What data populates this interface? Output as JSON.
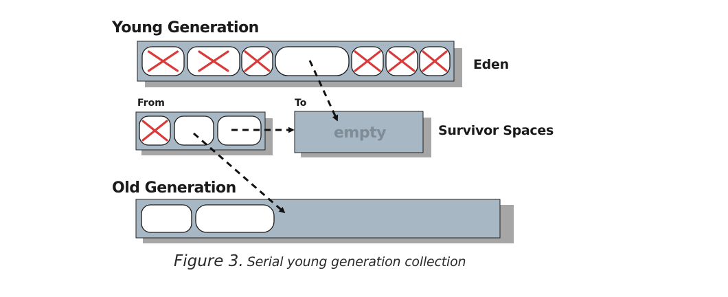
{
  "labels": {
    "young_generation": "Young Generation",
    "eden": "Eden",
    "from": "From",
    "to": "To",
    "survivor_spaces": "Survivor Spaces",
    "old_generation": "Old Generation",
    "empty": "empty"
  },
  "caption": {
    "figure_number": "Figure 3.",
    "title": "Serial young generation collection"
  },
  "colors": {
    "region_fill": "#a7b7c3",
    "region_shadow": "#a6a6a6",
    "object_fill": "#ffffff",
    "dead_marker": "#d93a3a",
    "arrow": "#111111",
    "empty_text": "#7f8c96"
  },
  "eden_objects": [
    "dead",
    "dead",
    "dead",
    "live",
    "dead",
    "dead",
    "dead"
  ],
  "from_objects": [
    "dead",
    "live",
    "live"
  ],
  "old_objects": [
    "live",
    "live"
  ],
  "to_space_state": "empty",
  "copy_arrows": [
    {
      "from": "eden-live-object",
      "to": "to-survivor-space"
    },
    {
      "from": "from-live-object-2",
      "to": "to-survivor-space"
    },
    {
      "from": "from-live-object-1",
      "to": "old-generation-region"
    }
  ]
}
